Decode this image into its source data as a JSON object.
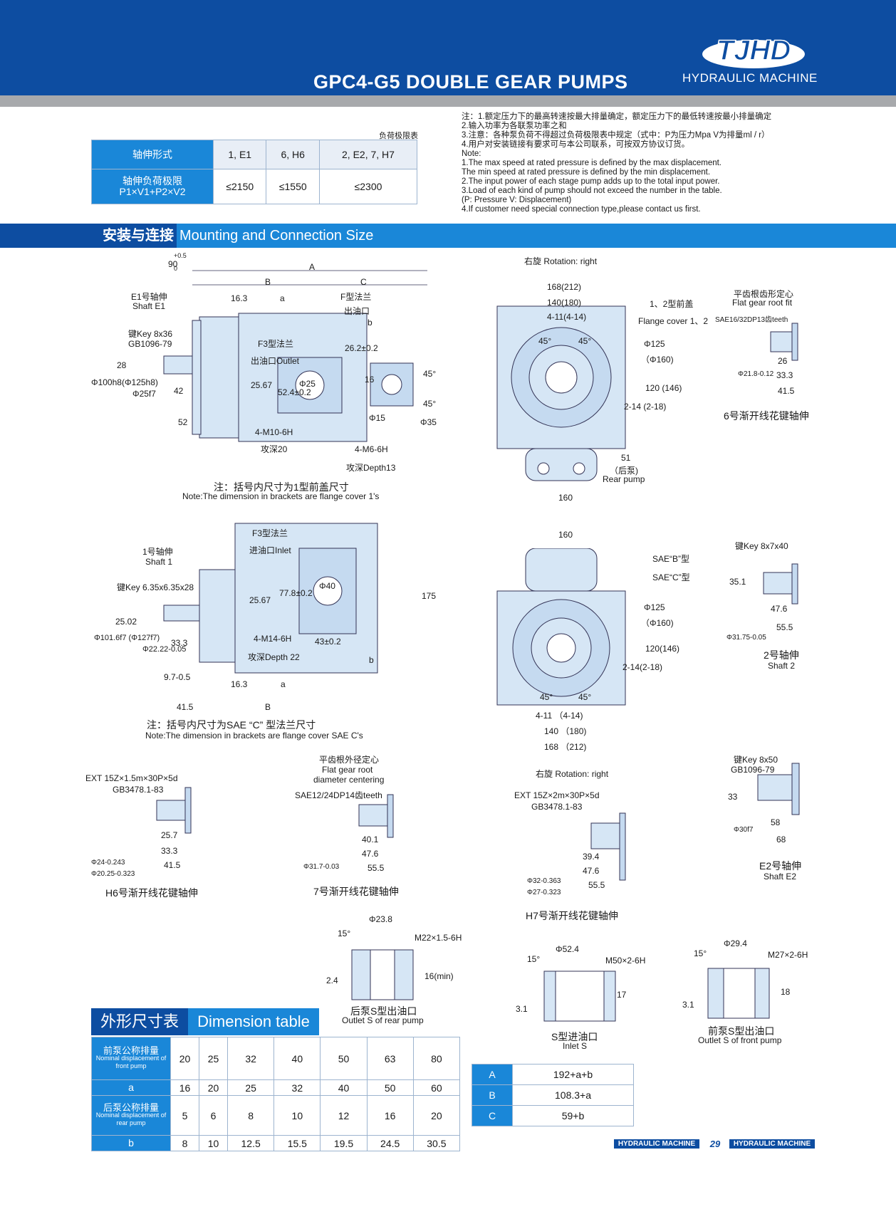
{
  "header": {
    "title": "GPC4-G5 DOUBLE GEAR PUMPS",
    "logo_text": "TJHD",
    "brand": "HYDRAULIC MACHINE"
  },
  "load_table": {
    "caption": "负荷极限表",
    "header_label": "轴伸形式",
    "columns": [
      "1, E1",
      "6, H6",
      "2, E2, 7, H7"
    ],
    "row_label_1": "轴伸负荷极限",
    "row_label_2": "P1×V1+P2×V2",
    "values": [
      "≤2150",
      "≤1550",
      "≤2300"
    ]
  },
  "notes": [
    "注：1.额定压力下的最高转速按最大排量确定，额定压力下的最低转速按最小排量确定",
    "     2.输入功率为各联泵功率之和",
    "     3.注意：各种泵负荷不得超过负荷极限表中规定（式中：P为压力Mpa V为排量ml / r）",
    "     4.用户对安装链接有要求可与本公司联系，可按双方协议订货。",
    "Note:",
    "1.The max speed at rated pressure is defined by the max displacement.",
    "   The min speed at rated pressure is defined by the min displacement.",
    "2.The input power of each stage pump adds up to the total input power.",
    "3.Load of each kind of pump should not exceed the number in the table.",
    "   (P: Pressure V: Displacement)",
    "4.If customer need special connection type,please contact us first."
  ],
  "section": {
    "cn": "安装与连接",
    "en": "Mounting and Connection Size"
  },
  "drawing1": {
    "labels": [
      "90",
      "+0.5",
      "0",
      "A",
      "B",
      "C",
      "16.3",
      "a",
      "b",
      "E1号轴伸",
      "Shaft E1",
      "F型法兰",
      "出油口",
      "键Key 8x36",
      "GB1096-79",
      "F3型法兰",
      "出油口Outlet",
      "26.2±0.2",
      "45°",
      "45°",
      "16",
      "Φ25",
      "25.67",
      "52.4±0.2",
      "28",
      "42",
      "Φ25f7",
      "Φ100h8(Φ125h8)",
      "52",
      "Φ15",
      "Φ35",
      "4-M10-6H",
      "攻深20",
      "4-M6-6H",
      "攻深Depth13"
    ],
    "note_cn": "注：括号内尺寸为1型前盖尺寸",
    "note_en": "Note:The dimension in brackets are flange cover 1's"
  },
  "drawing2": {
    "labels": [
      "右旋  Rotation: right",
      "168(212)",
      "140(180)",
      "4-11(4-14)",
      "1、2型前盖",
      "Flange cover 1、2",
      "45°",
      "45°",
      "Φ125",
      "（Φ160)",
      "120 (146)",
      "2-14 (2-18)",
      "51",
      "（后泵)",
      "Rear pump",
      "160"
    ]
  },
  "drawing3": {
    "labels": [
      "平齿根齿形定心",
      "Flat gear root fit",
      "SAE16/32DP13齿teeth",
      "26",
      "33.3",
      "41.5",
      "Φ21.8-0.12"
    ],
    "caption": "6号渐开线花键轴伸"
  },
  "drawing4": {
    "labels": [
      "F3型法兰",
      "进油口Inlet",
      "1号轴伸",
      "Shaft 1",
      "键Key 6.35x6.35x28",
      "Φ40",
      "77.8±0.2",
      "25.67",
      "175",
      "25.02",
      "Φ101.6f7 (Φ127f7)",
      "33.3",
      "Φ22.22-0.05",
      "4-M14-6H",
      "43±0.2",
      "攻深Depth 22",
      "b",
      "9.7-0.5",
      "16.3",
      "a",
      "41.5",
      "B"
    ],
    "note_cn": "注：括号内尺寸为SAE “C” 型法兰尺寸",
    "note_en": "Note:The dimension in brackets are flange cover SAE C's"
  },
  "drawing5": {
    "labels": [
      "160",
      "SAE“B”型",
      "SAE“C”型",
      "Φ125",
      "（Φ160)",
      "120(146)",
      "2-14(2-18)",
      "45°",
      "45°",
      "4-11 （4-14)",
      "140 （180)",
      "168 （212)",
      "右旋  Rotation: right"
    ]
  },
  "drawing6": {
    "labels": [
      "键Key 8x7x40",
      "35.1",
      "47.6",
      "55.5",
      "Φ31.75-0.05"
    ],
    "caption_cn": "2号轴伸",
    "caption_en": "Shaft 2"
  },
  "drawing7": {
    "labels": [
      "EXT  15Z×1.5m×30P×5d",
      "GB3478.1-83",
      "25.7",
      "33.3",
      "41.5",
      "Φ24-0.243",
      "Φ20.25-0.323"
    ],
    "caption": "H6号渐开线花键轴伸"
  },
  "drawing8": {
    "labels": [
      "平齿根外径定心",
      "Flat gear root",
      "diameter centering",
      "SAE12/24DP14齿teeth",
      "40.1",
      "47.6",
      "55.5",
      "Φ31.7-0.03"
    ],
    "caption": "7号渐开线花键轴伸"
  },
  "drawing9": {
    "labels": [
      "EXT  15Z×2m×30P×5d",
      "GB3478.1-83",
      "39.4",
      "47.6",
      "55.5",
      "Φ32-0.363",
      "Φ27-0.323"
    ],
    "caption": "H7号渐开线花键轴伸"
  },
  "drawing10": {
    "labels": [
      "键Key 8x50",
      "GB1096-79",
      "33",
      "58",
      "68",
      "Φ30f7"
    ],
    "caption_cn": "E2号轴伸",
    "caption_en": "Shaft E2"
  },
  "port1": {
    "labels": [
      "Φ23.8",
      "15°",
      "M22×1.5-6H",
      "2.4",
      "16(min)"
    ],
    "caption_cn": "后泵S型出油口",
    "caption_en": "Outlet S of rear pump"
  },
  "port2": {
    "labels": [
      "Φ52.4",
      "15°",
      "M50×2-6H",
      "3.1",
      "17"
    ],
    "caption_cn": "S型进油口",
    "caption_en": "Inlet S"
  },
  "port3": {
    "labels": [
      "Φ29.4",
      "15°",
      "M27×2-6H",
      "3.1",
      "18"
    ],
    "caption_cn": "前泵S型出油口",
    "caption_en": "Outlet S of front pump"
  },
  "dimension_table": {
    "title_cn": "外形尺寸表",
    "title_en": "Dimension table",
    "front_label_cn": "前泵公称排量",
    "front_label_en": "Nominal displacement of front pump",
    "front_values": [
      "20",
      "25",
      "32",
      "40",
      "50",
      "63",
      "80"
    ],
    "a_label": "a",
    "a_values": [
      "16",
      "20",
      "25",
      "32",
      "40",
      "50",
      "60"
    ],
    "rear_label_cn": "后泵公称排量",
    "rear_label_en": "Nominal displacement of rear pump",
    "rear_values": [
      "5",
      "6",
      "8",
      "10",
      "12",
      "16",
      "20"
    ],
    "b_label": "b",
    "b_values": [
      "8",
      "10",
      "12.5",
      "15.5",
      "19.5",
      "24.5",
      "30.5"
    ]
  },
  "abc_table": [
    {
      "label": "A",
      "value": "192+a+b"
    },
    {
      "label": "B",
      "value": "108.3+a"
    },
    {
      "label": "C",
      "value": "59+b"
    }
  ],
  "footer": {
    "left": "HYDRAULIC MACHINE",
    "page": "29",
    "right": "HYDRAULIC MACHINE"
  }
}
